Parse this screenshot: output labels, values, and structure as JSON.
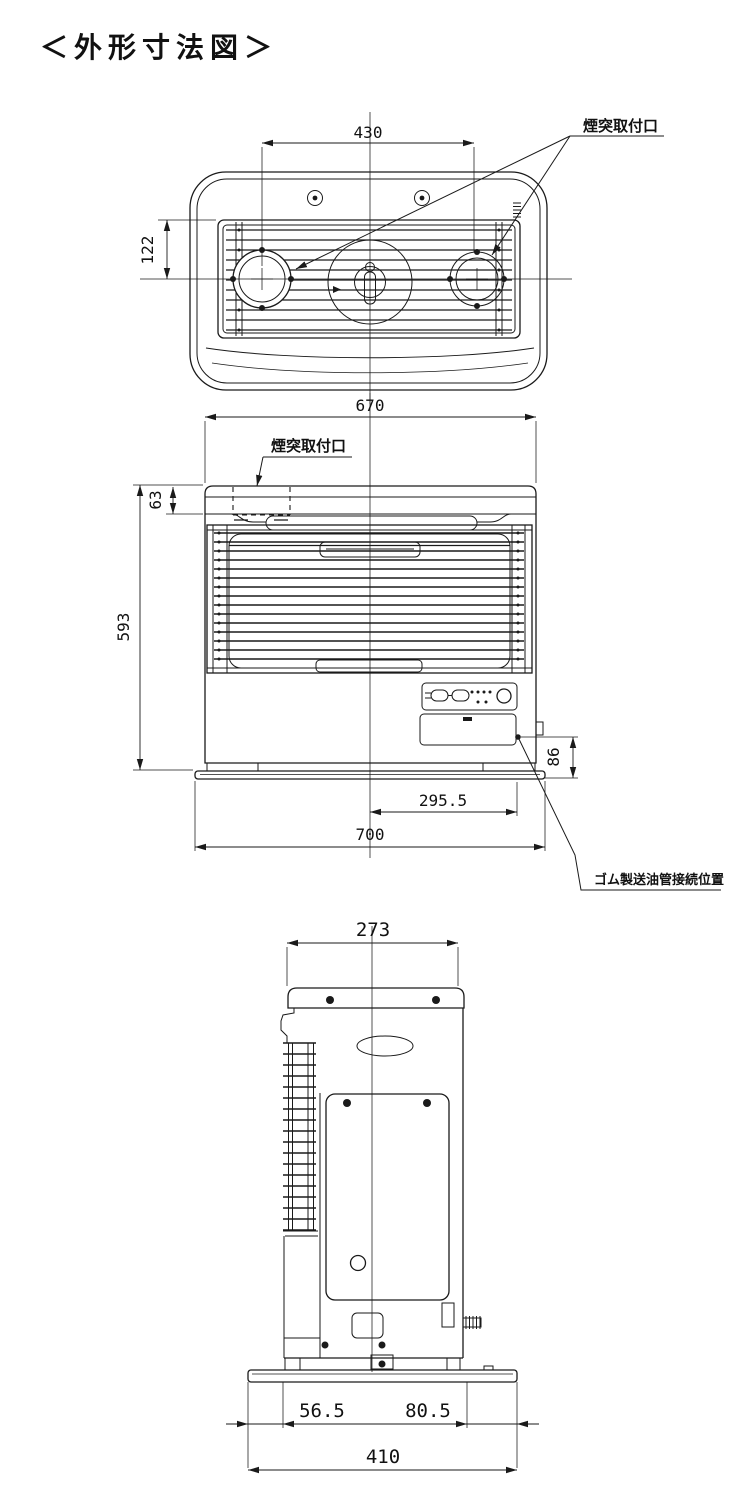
{
  "title": "＜外形寸法図＞",
  "colors": {
    "line": "#1a1a1a",
    "background": "#ffffff"
  },
  "top_view": {
    "dim_port_spacing": "430",
    "dim_port_depth": "122",
    "label_chimney_port": "煙突取付口"
  },
  "front_view": {
    "dim_width": "670",
    "dim_top_height": "63",
    "dim_height": "593",
    "dim_oil_height": "86",
    "dim_center_to_oil": "295.5",
    "dim_base_width": "700",
    "label_chimney_port": "煙突取付口",
    "label_oil_pipe": "ゴム製送油管接続位置"
  },
  "side_view": {
    "dim_depth": "273",
    "dim_front_offset": "56.5",
    "dim_rear_offset": "80.5",
    "dim_base_depth": "410"
  }
}
